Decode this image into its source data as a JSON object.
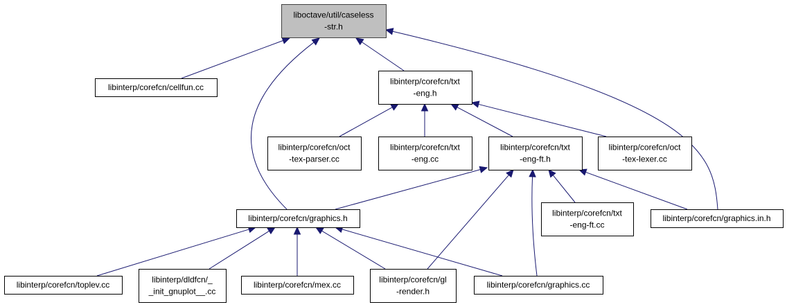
{
  "diagram": {
    "type": "include-dependency-graph",
    "edge_color": "#191970",
    "root_fill": "#bfbfbf",
    "nodes": [
      {
        "id": "caseless",
        "lines": [
          "liboctave/util/caseless",
          "-str.h"
        ],
        "root": true
      },
      {
        "id": "cellfun",
        "lines": [
          "libinterp/corefcn/cellfun.cc"
        ]
      },
      {
        "id": "txteng_h",
        "lines": [
          "libinterp/corefcn/txt",
          "-eng.h"
        ]
      },
      {
        "id": "octtexparser",
        "lines": [
          "libinterp/corefcn/oct",
          "-tex-parser.cc"
        ]
      },
      {
        "id": "txteng_cc",
        "lines": [
          "libinterp/corefcn/txt",
          "-eng.cc"
        ]
      },
      {
        "id": "txtengft_h",
        "lines": [
          "libinterp/corefcn/txt",
          "-eng-ft.h"
        ]
      },
      {
        "id": "octtexlexer",
        "lines": [
          "libinterp/corefcn/oct",
          "-tex-lexer.cc"
        ]
      },
      {
        "id": "graphics_h",
        "lines": [
          "libinterp/corefcn/graphics.h"
        ]
      },
      {
        "id": "txtengft_cc",
        "lines": [
          "libinterp/corefcn/txt",
          "-eng-ft.cc"
        ]
      },
      {
        "id": "graphics_in_h",
        "lines": [
          "libinterp/corefcn/graphics.in.h"
        ]
      },
      {
        "id": "toplev",
        "lines": [
          "libinterp/corefcn/toplev.cc"
        ]
      },
      {
        "id": "initgnuplot",
        "lines": [
          "libinterp/dldfcn/_",
          "_init_gnuplot__.cc"
        ]
      },
      {
        "id": "mex",
        "lines": [
          "libinterp/corefcn/mex.cc"
        ]
      },
      {
        "id": "glrender",
        "lines": [
          "libinterp/corefcn/gl",
          "-render.h"
        ]
      },
      {
        "id": "graphics_cc",
        "lines": [
          "libinterp/corefcn/graphics.cc"
        ]
      }
    ],
    "edges": [
      {
        "from": "cellfun",
        "to": "caseless"
      },
      {
        "from": "graphics_h",
        "to": "caseless"
      },
      {
        "from": "txteng_h",
        "to": "caseless"
      },
      {
        "from": "graphics_in_h",
        "to": "caseless"
      },
      {
        "from": "octtexparser",
        "to": "txteng_h"
      },
      {
        "from": "txteng_cc",
        "to": "txteng_h"
      },
      {
        "from": "txtengft_h",
        "to": "txteng_h"
      },
      {
        "from": "octtexlexer",
        "to": "txteng_h"
      },
      {
        "from": "graphics_h",
        "to": "txtengft_h"
      },
      {
        "from": "glrender",
        "to": "txtengft_h"
      },
      {
        "from": "graphics_cc",
        "to": "txtengft_h"
      },
      {
        "from": "txtengft_cc",
        "to": "txtengft_h"
      },
      {
        "from": "graphics_in_h",
        "to": "txtengft_h"
      },
      {
        "from": "toplev",
        "to": "graphics_h"
      },
      {
        "from": "initgnuplot",
        "to": "graphics_h"
      },
      {
        "from": "mex",
        "to": "graphics_h"
      },
      {
        "from": "glrender",
        "to": "graphics_h"
      },
      {
        "from": "graphics_cc",
        "to": "graphics_h"
      }
    ]
  }
}
